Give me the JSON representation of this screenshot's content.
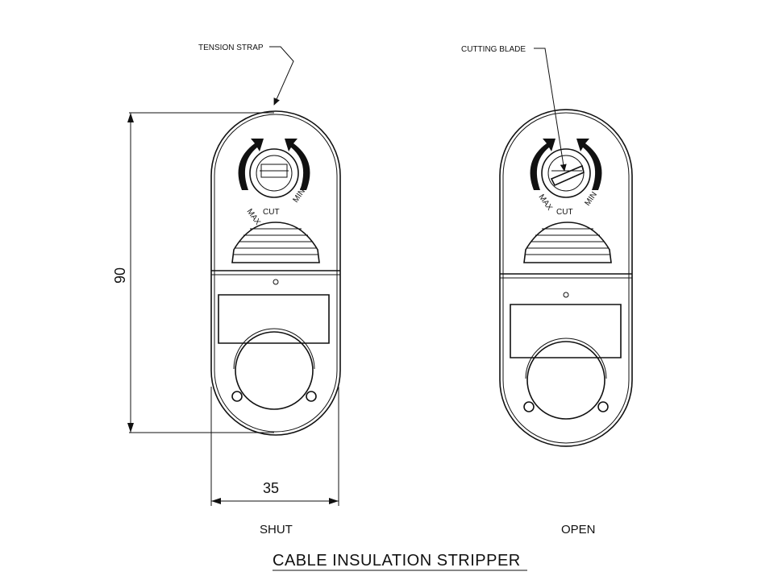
{
  "labels": {
    "tension_strap": "TENSION STRAP",
    "cutting_blade": "CUTTING BLADE",
    "shut_dial": {
      "max": "MAX",
      "cut": "CUT",
      "min": "MIN"
    },
    "open_dial": {
      "max": "MAX",
      "cut": "CUT",
      "min": "MIN"
    }
  },
  "dimensions": {
    "height": "90",
    "width": "35"
  },
  "views": {
    "shut": "SHUT",
    "open": "OPEN"
  },
  "title": "CABLE INSULATION STRIPPER"
}
